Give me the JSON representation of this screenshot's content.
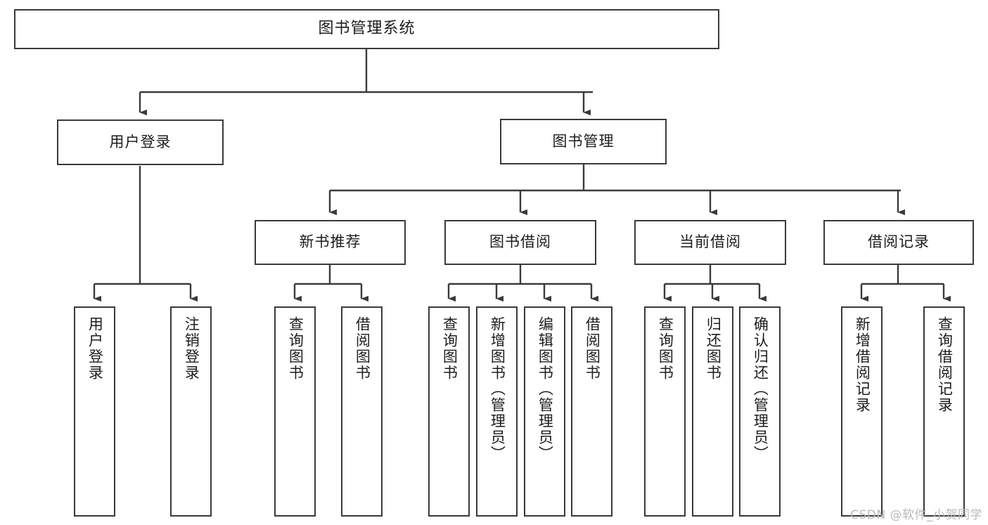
{
  "diagram": {
    "title": "图书管理系统",
    "watermark": "CSDN @软件_小贺同学",
    "edge_color": "#3a3a3a",
    "box_border_color": "#3a3a3a",
    "box_fill_color": "#ffffff",
    "text_color": "#1d1d1d",
    "watermark_color": "#b9b9b9"
  },
  "nodes": {
    "root": {
      "label": "图书管理系统",
      "orientation": "horizontal"
    },
    "level1": [
      {
        "id": "user-login",
        "label": "用户登录",
        "orientation": "horizontal"
      },
      {
        "id": "book-manage",
        "label": "图书管理",
        "orientation": "horizontal"
      }
    ],
    "level2": [
      {
        "id": "new-book-recommend",
        "label": "新书推荐",
        "orientation": "horizontal"
      },
      {
        "id": "book-borrow",
        "label": "图书借阅",
        "orientation": "horizontal"
      },
      {
        "id": "current-borrow",
        "label": "当前借阅",
        "orientation": "horizontal"
      },
      {
        "id": "borrow-record",
        "label": "借阅记录",
        "orientation": "horizontal"
      }
    ],
    "leaves": [
      {
        "id": "leaf-user-login",
        "label": "用户登录",
        "parent": "user-login",
        "orientation": "vertical"
      },
      {
        "id": "leaf-user-logout",
        "label": "注销登录",
        "parent": "user-login",
        "orientation": "vertical"
      },
      {
        "id": "leaf-query-book-1",
        "label": "查询图书",
        "parent": "new-book-recommend",
        "orientation": "vertical"
      },
      {
        "id": "leaf-borrow-book-1",
        "label": "借阅图书",
        "parent": "new-book-recommend",
        "orientation": "vertical"
      },
      {
        "id": "leaf-query-book-2",
        "label": "查询图书",
        "parent": "book-borrow",
        "orientation": "vertical"
      },
      {
        "id": "leaf-add-book",
        "label": "新增图书（管理员）",
        "parent": "book-borrow",
        "orientation": "vertical"
      },
      {
        "id": "leaf-edit-book",
        "label": "编辑图书（管理员）",
        "parent": "book-borrow",
        "orientation": "vertical"
      },
      {
        "id": "leaf-borrow-book-2",
        "label": "借阅图书",
        "parent": "book-borrow",
        "orientation": "vertical"
      },
      {
        "id": "leaf-query-book-3",
        "label": "查询图书",
        "parent": "current-borrow",
        "orientation": "vertical"
      },
      {
        "id": "leaf-return-book",
        "label": "归还图书",
        "parent": "current-borrow",
        "orientation": "vertical"
      },
      {
        "id": "leaf-confirm-return",
        "label": "确认归还（管理员）",
        "parent": "current-borrow",
        "orientation": "vertical"
      },
      {
        "id": "leaf-add-record",
        "label": "新增借阅记录",
        "parent": "borrow-record",
        "orientation": "vertical"
      },
      {
        "id": "leaf-query-record",
        "label": "查询借阅记录",
        "parent": "borrow-record",
        "orientation": "vertical"
      }
    ]
  },
  "edges": [
    {
      "from": "root",
      "to": "user-login"
    },
    {
      "from": "root",
      "to": "book-manage"
    },
    {
      "from": "user-login",
      "to": "leaf-user-login"
    },
    {
      "from": "user-login",
      "to": "leaf-user-logout"
    },
    {
      "from": "book-manage",
      "to": "new-book-recommend"
    },
    {
      "from": "book-manage",
      "to": "book-borrow"
    },
    {
      "from": "book-manage",
      "to": "current-borrow"
    },
    {
      "from": "book-manage",
      "to": "borrow-record"
    },
    {
      "from": "new-book-recommend",
      "to": "leaf-query-book-1"
    },
    {
      "from": "new-book-recommend",
      "to": "leaf-borrow-book-1"
    },
    {
      "from": "book-borrow",
      "to": "leaf-query-book-2"
    },
    {
      "from": "book-borrow",
      "to": "leaf-add-book"
    },
    {
      "from": "book-borrow",
      "to": "leaf-edit-book"
    },
    {
      "from": "book-borrow",
      "to": "leaf-borrow-book-2"
    },
    {
      "from": "current-borrow",
      "to": "leaf-query-book-3"
    },
    {
      "from": "current-borrow",
      "to": "leaf-return-book"
    },
    {
      "from": "current-borrow",
      "to": "leaf-confirm-return"
    },
    {
      "from": "borrow-record",
      "to": "leaf-add-record"
    },
    {
      "from": "borrow-record",
      "to": "leaf-query-record"
    }
  ]
}
